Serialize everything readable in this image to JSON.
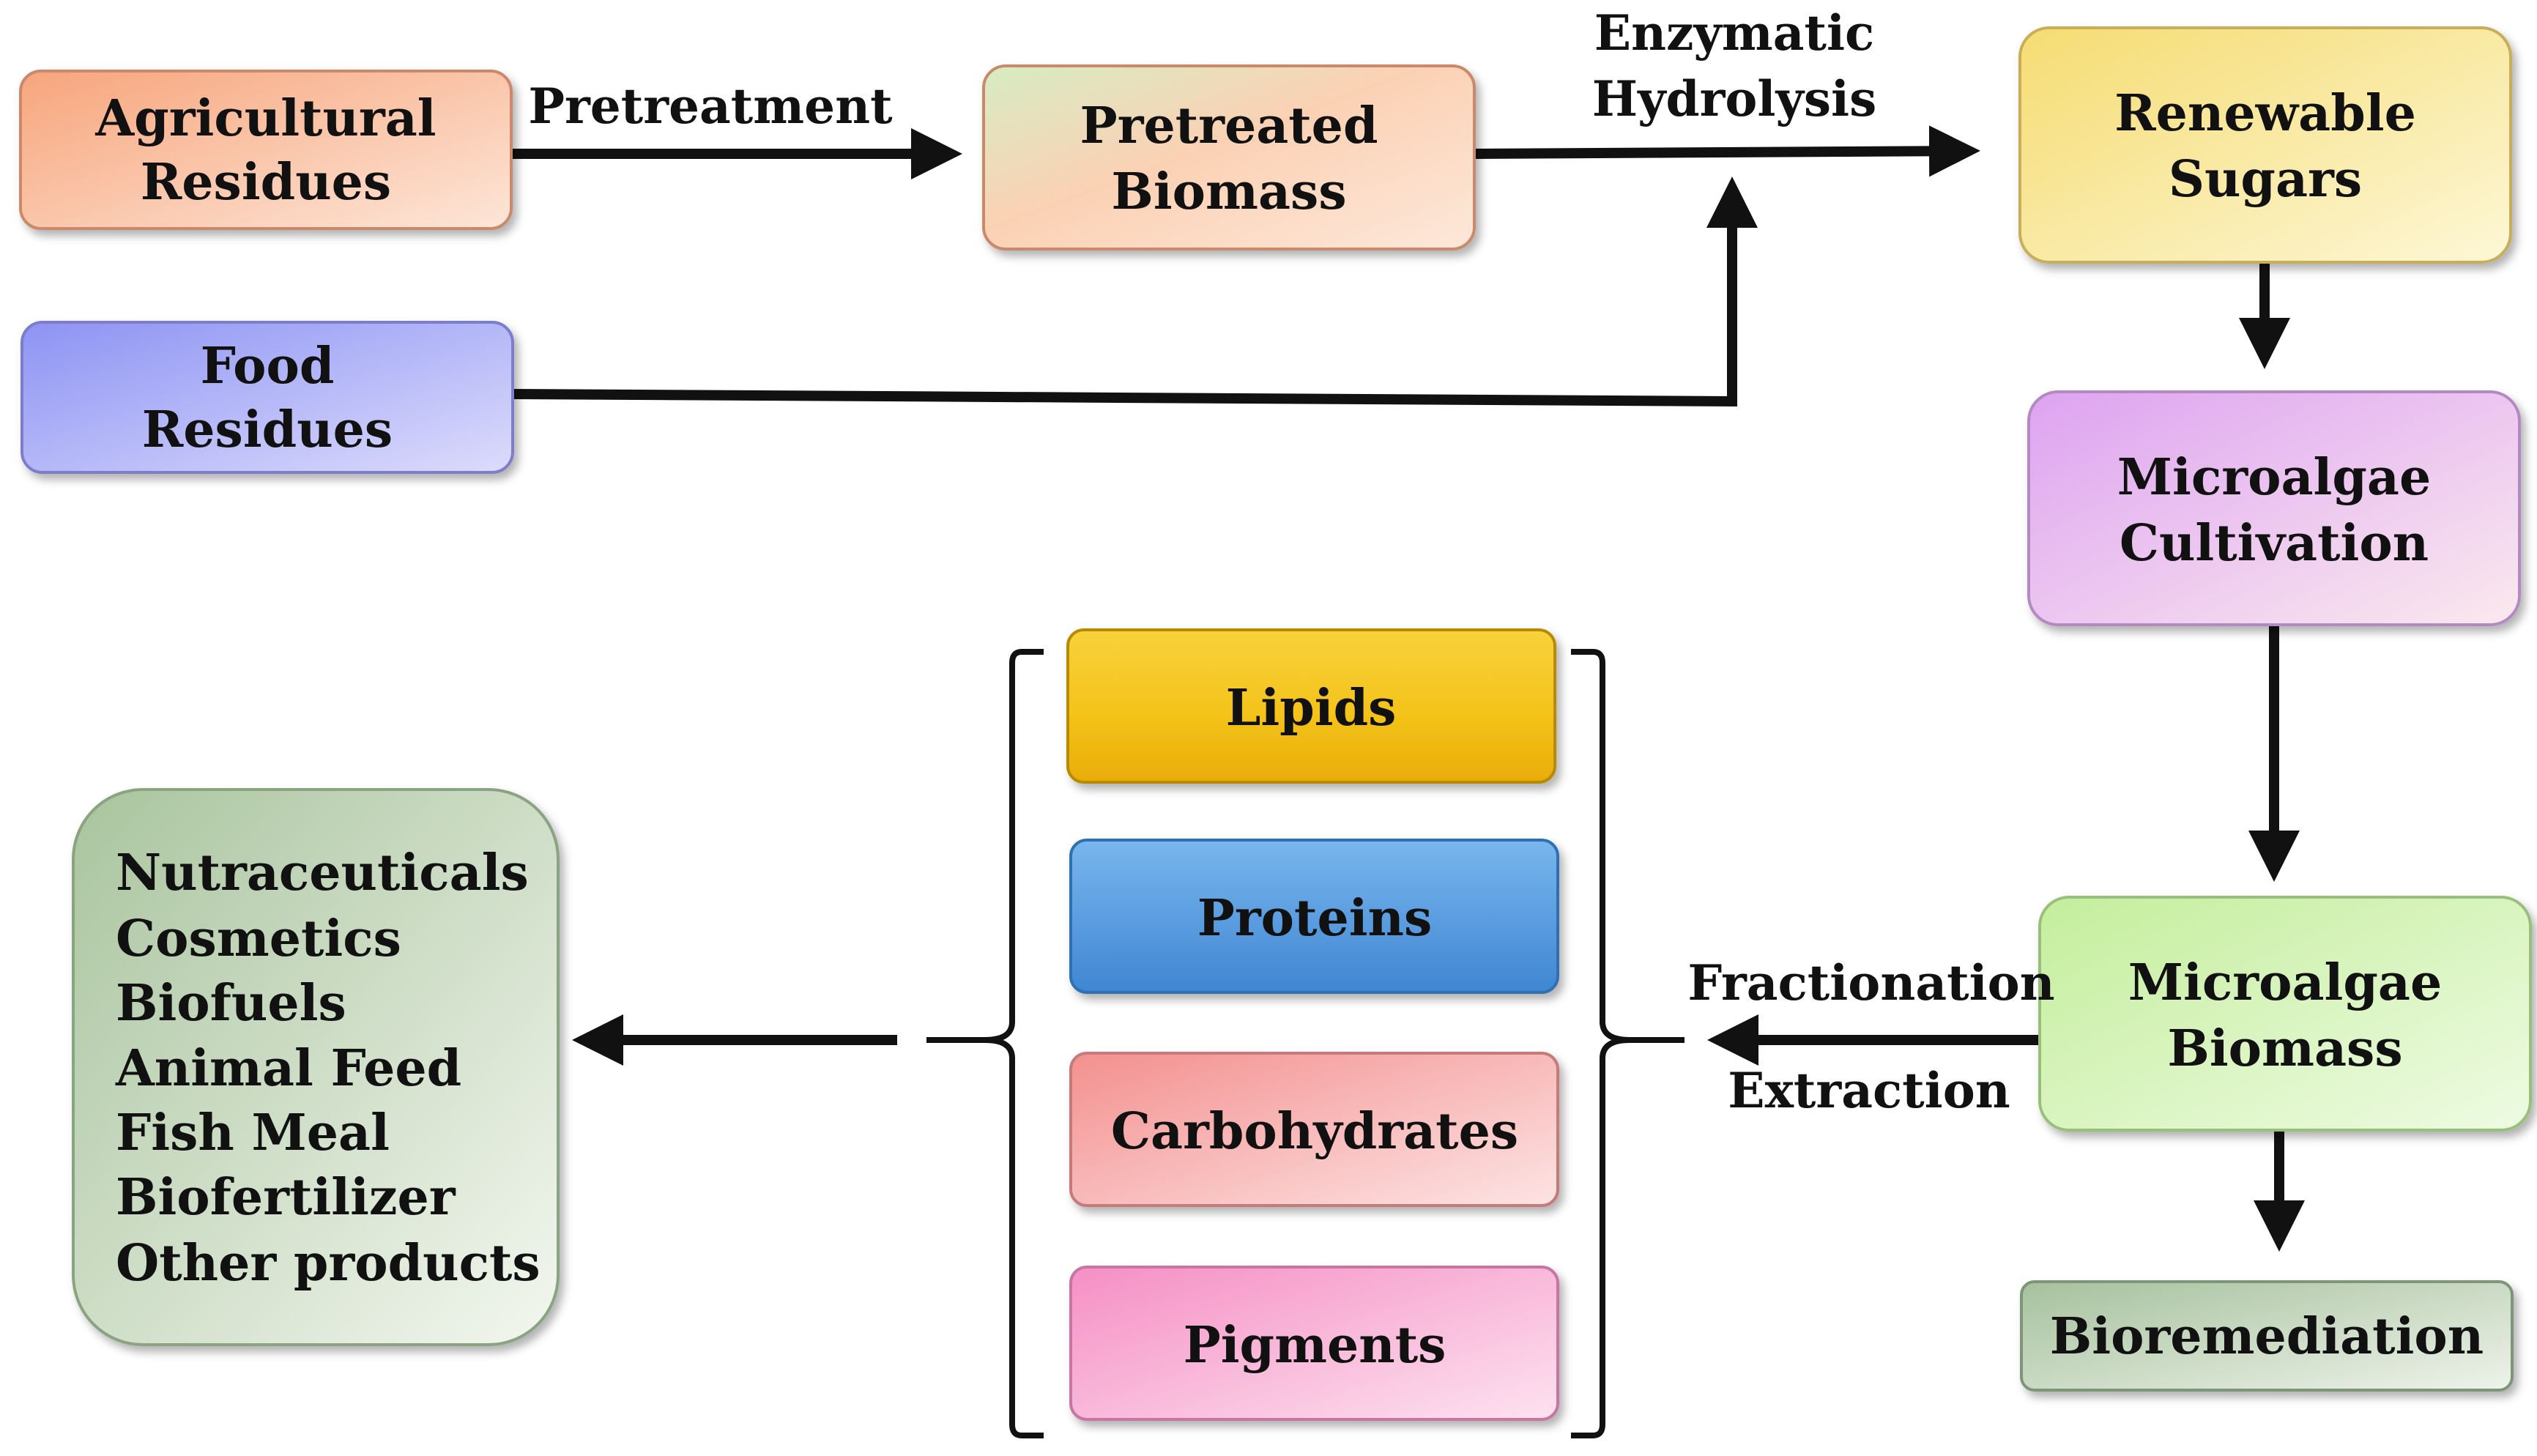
{
  "nodes": {
    "agricultural_residues": {
      "line1": "Agricultural",
      "line2": "Residues"
    },
    "food_residues": {
      "line1": "Food",
      "line2": "Residues"
    },
    "pretreated_biomass": {
      "line1": "Pretreated",
      "line2": "Biomass"
    },
    "renewable_sugars": {
      "line1": "Renewable",
      "line2": "Sugars"
    },
    "microalgae_cultivation": {
      "line1": "Microalgae",
      "line2": "Cultivation"
    },
    "microalgae_biomass": {
      "line1": "Microalgae",
      "line2": "Biomass"
    },
    "bioremediation": {
      "label": "Bioremediation"
    },
    "lipids": {
      "label": "Lipids"
    },
    "proteins": {
      "label": "Proteins"
    },
    "carbohydrates": {
      "label": "Carbohydrates"
    },
    "pigments": {
      "label": "Pigments"
    },
    "products": {
      "items": [
        "Nutraceuticals",
        "Cosmetics",
        "Biofuels",
        "Animal Feed",
        "Fish Meal",
        "Biofertilizer",
        "Other products"
      ]
    }
  },
  "edges": {
    "pretreatment": "Pretreatment",
    "enzymatic_hydrolysis": {
      "line1": "Enzymatic",
      "line2": "Hydrolysis"
    },
    "fractionation": "Fractionation",
    "extraction": "Extraction"
  },
  "colors": {
    "orange": "#f7a77e",
    "blue": "#8f95f2",
    "yellow": "#f6e27a",
    "violet": "#e0a8f2",
    "green": "#c7efa0",
    "sage": "#a9c3a0",
    "gold": "#f2be0e",
    "sky": "#4f9be0",
    "salmon": "#f49a9a",
    "pink": "#f59ccb"
  }
}
